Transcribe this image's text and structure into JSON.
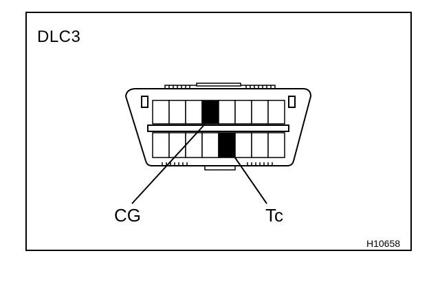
{
  "diagram": {
    "title": "DLC3",
    "figure_id": "H10658",
    "terminals": {
      "cg": "CG",
      "tc": "Tc"
    },
    "colors": {
      "stroke": "#000000",
      "background": "#ffffff",
      "terminal_fill": "#000000"
    }
  }
}
